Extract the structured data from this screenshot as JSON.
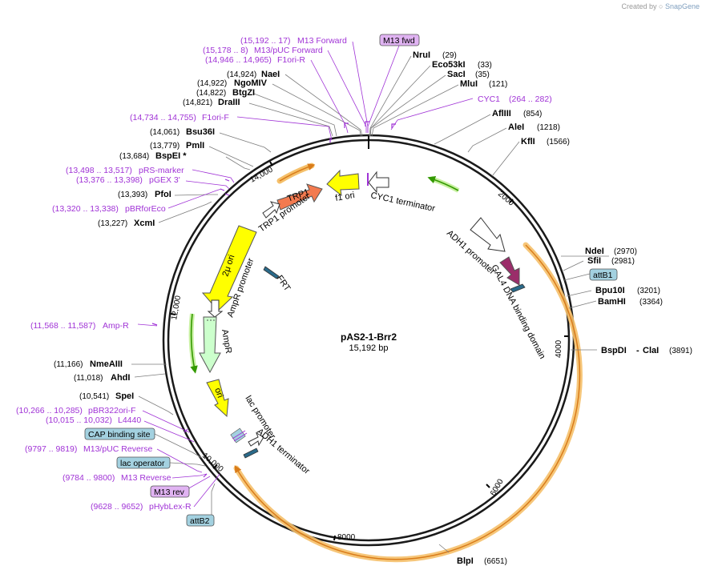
{
  "app": {
    "watermark_prefix": "Created by",
    "watermark_brand": "SnapGene"
  },
  "plasmid": {
    "name": "pAS2-1-Brr2",
    "length_label": "15,192 bp"
  },
  "ticks": [
    "2000",
    "4000",
    "6000",
    "8000",
    "10,000",
    "12,000",
    "14,000"
  ],
  "enzymes": [
    {
      "name": "NruI",
      "pos": "(29)"
    },
    {
      "name": "Eco53kI",
      "pos": "(33)"
    },
    {
      "name": "SacI",
      "pos": "(35)"
    },
    {
      "name": "MluI",
      "pos": "(121)"
    },
    {
      "name": "AflIII",
      "pos": "(854)"
    },
    {
      "name": "AleI",
      "pos": "(1218)"
    },
    {
      "name": "KflI",
      "pos": "(1566)"
    },
    {
      "name": "NdeI",
      "pos": "(2970)"
    },
    {
      "name": "SfiI",
      "pos": "(2981)"
    },
    {
      "name": "Bpu10I",
      "pos": "(3201)"
    },
    {
      "name": "BamHI",
      "pos": "(3364)"
    },
    {
      "name": "BspDI",
      "name2": "ClaI",
      "pos": "(3891)"
    },
    {
      "name": "BlpI",
      "pos": "(6651)"
    },
    {
      "name": "NaeI",
      "pos": "(14,924)"
    },
    {
      "name": "NgoMIV",
      "pos": "(14,922)"
    },
    {
      "name": "BtgZI",
      "pos": "(14,822)"
    },
    {
      "name": "DraIII",
      "pos": "(14,821)"
    },
    {
      "name": "Bsu36I",
      "pos": "(14,061)"
    },
    {
      "name": "PmlI",
      "pos": "(13,779)"
    },
    {
      "name": "BspEI *",
      "pos": "(13,684)"
    },
    {
      "name": "PfoI",
      "pos": "(13,393)"
    },
    {
      "name": "XcmI",
      "pos": "(13,227)"
    },
    {
      "name": "NmeAIII",
      "pos": "(11,166)"
    },
    {
      "name": "AhdI",
      "pos": "(11,018)"
    },
    {
      "name": "SpeI",
      "pos": "(10,541)"
    }
  ],
  "primers": [
    {
      "name": "M13 Forward",
      "pos": "(15,192 .. 17)"
    },
    {
      "name": "M13/pUC Forward",
      "pos": "(15,178 .. 8)"
    },
    {
      "name": "F1ori-R",
      "pos": "(14,946 .. 14,965)"
    },
    {
      "name": "F1ori-F",
      "pos": "(14,734 .. 14,755)"
    },
    {
      "name": "pRS-marker",
      "pos": "(13,498 .. 13,517)"
    },
    {
      "name": "pGEX 3'",
      "pos": "(13,376 .. 13,398)"
    },
    {
      "name": "pBRforEco",
      "pos": "(13,320 .. 13,338)"
    },
    {
      "name": "Amp-R",
      "pos": "(11,568 .. 11,587)"
    },
    {
      "name": "pBR322ori-F",
      "pos": "(10,266 .. 10,285)"
    },
    {
      "name": "L4440",
      "pos": "(10,015 .. 10,032)"
    },
    {
      "name": "M13/pUC Reverse",
      "pos": "(9797 .. 9819)"
    },
    {
      "name": "M13 Reverse",
      "pos": "(9784 .. 9800)"
    },
    {
      "name": "pHybLex-R",
      "pos": "(9628 .. 9652)"
    },
    {
      "name": "CYC1",
      "pos": "(264 .. 282)"
    }
  ],
  "boxed_features": {
    "m13_fwd": "M13 fwd",
    "m13_rev": "M13 rev",
    "attB1": "attB1",
    "attB2": "attB2",
    "cap": "CAP binding site",
    "lac_op": "lac operator"
  },
  "features": {
    "trp1": "TRP1",
    "trp1_promoter": "TRP1 promoter",
    "f1_ori": "f1 ori",
    "cyc1_terminator": "CYC1 terminator",
    "adh1_promoter": "ADH1 promoter",
    "gal4": "GAL4 DNA binding domain",
    "two_mu_ori": "2μ ori",
    "ampr_promoter": "AmpR promoter",
    "frt": "FRT",
    "ampr": "AmpR",
    "ori": "ori",
    "lac_promoter": "lac promoter",
    "adh1_terminator": "ADH1 terminator"
  },
  "colors": {
    "ring": "#1a1a1a",
    "primer": "#a033d6",
    "orf_highlight": "#f5c06a",
    "yellow": "#ffff00",
    "trp1": "#f37a4f",
    "gal4": "#9b2d6a",
    "ampr": "#ccffcc",
    "green_arrow": "#339900",
    "box_blue": "#a3d1e0",
    "box_purple": "#e0b3f2"
  }
}
